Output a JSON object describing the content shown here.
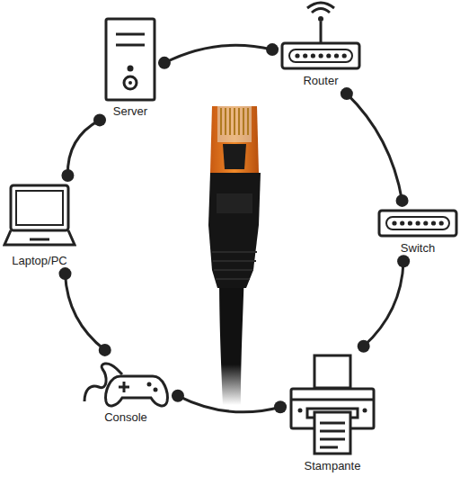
{
  "diagram": {
    "nodes": [
      {
        "text": [
          "Server"
        ]
      },
      {
        "text": [
          "Router"
        ]
      },
      {
        "text": [
          "Switch"
        ]
      },
      {
        "text": [
          "Stampante"
        ]
      },
      {
        "text": [
          "Console"
        ]
      },
      {
        "text": [
          "Laptop/PC"
        ]
      }
    ],
    "edges": [
      {
        "from": 0,
        "to": 1,
        "arrow": "none"
      },
      {
        "from": 1,
        "to": 2,
        "arrow": "none"
      },
      {
        "from": 2,
        "to": 3,
        "arrow": "none"
      },
      {
        "from": 3,
        "to": 4,
        "arrow": "none"
      },
      {
        "from": 4,
        "to": 5,
        "arrow": "none"
      },
      {
        "from": 5,
        "to": 0,
        "arrow": "none"
      }
    ]
  }
}
